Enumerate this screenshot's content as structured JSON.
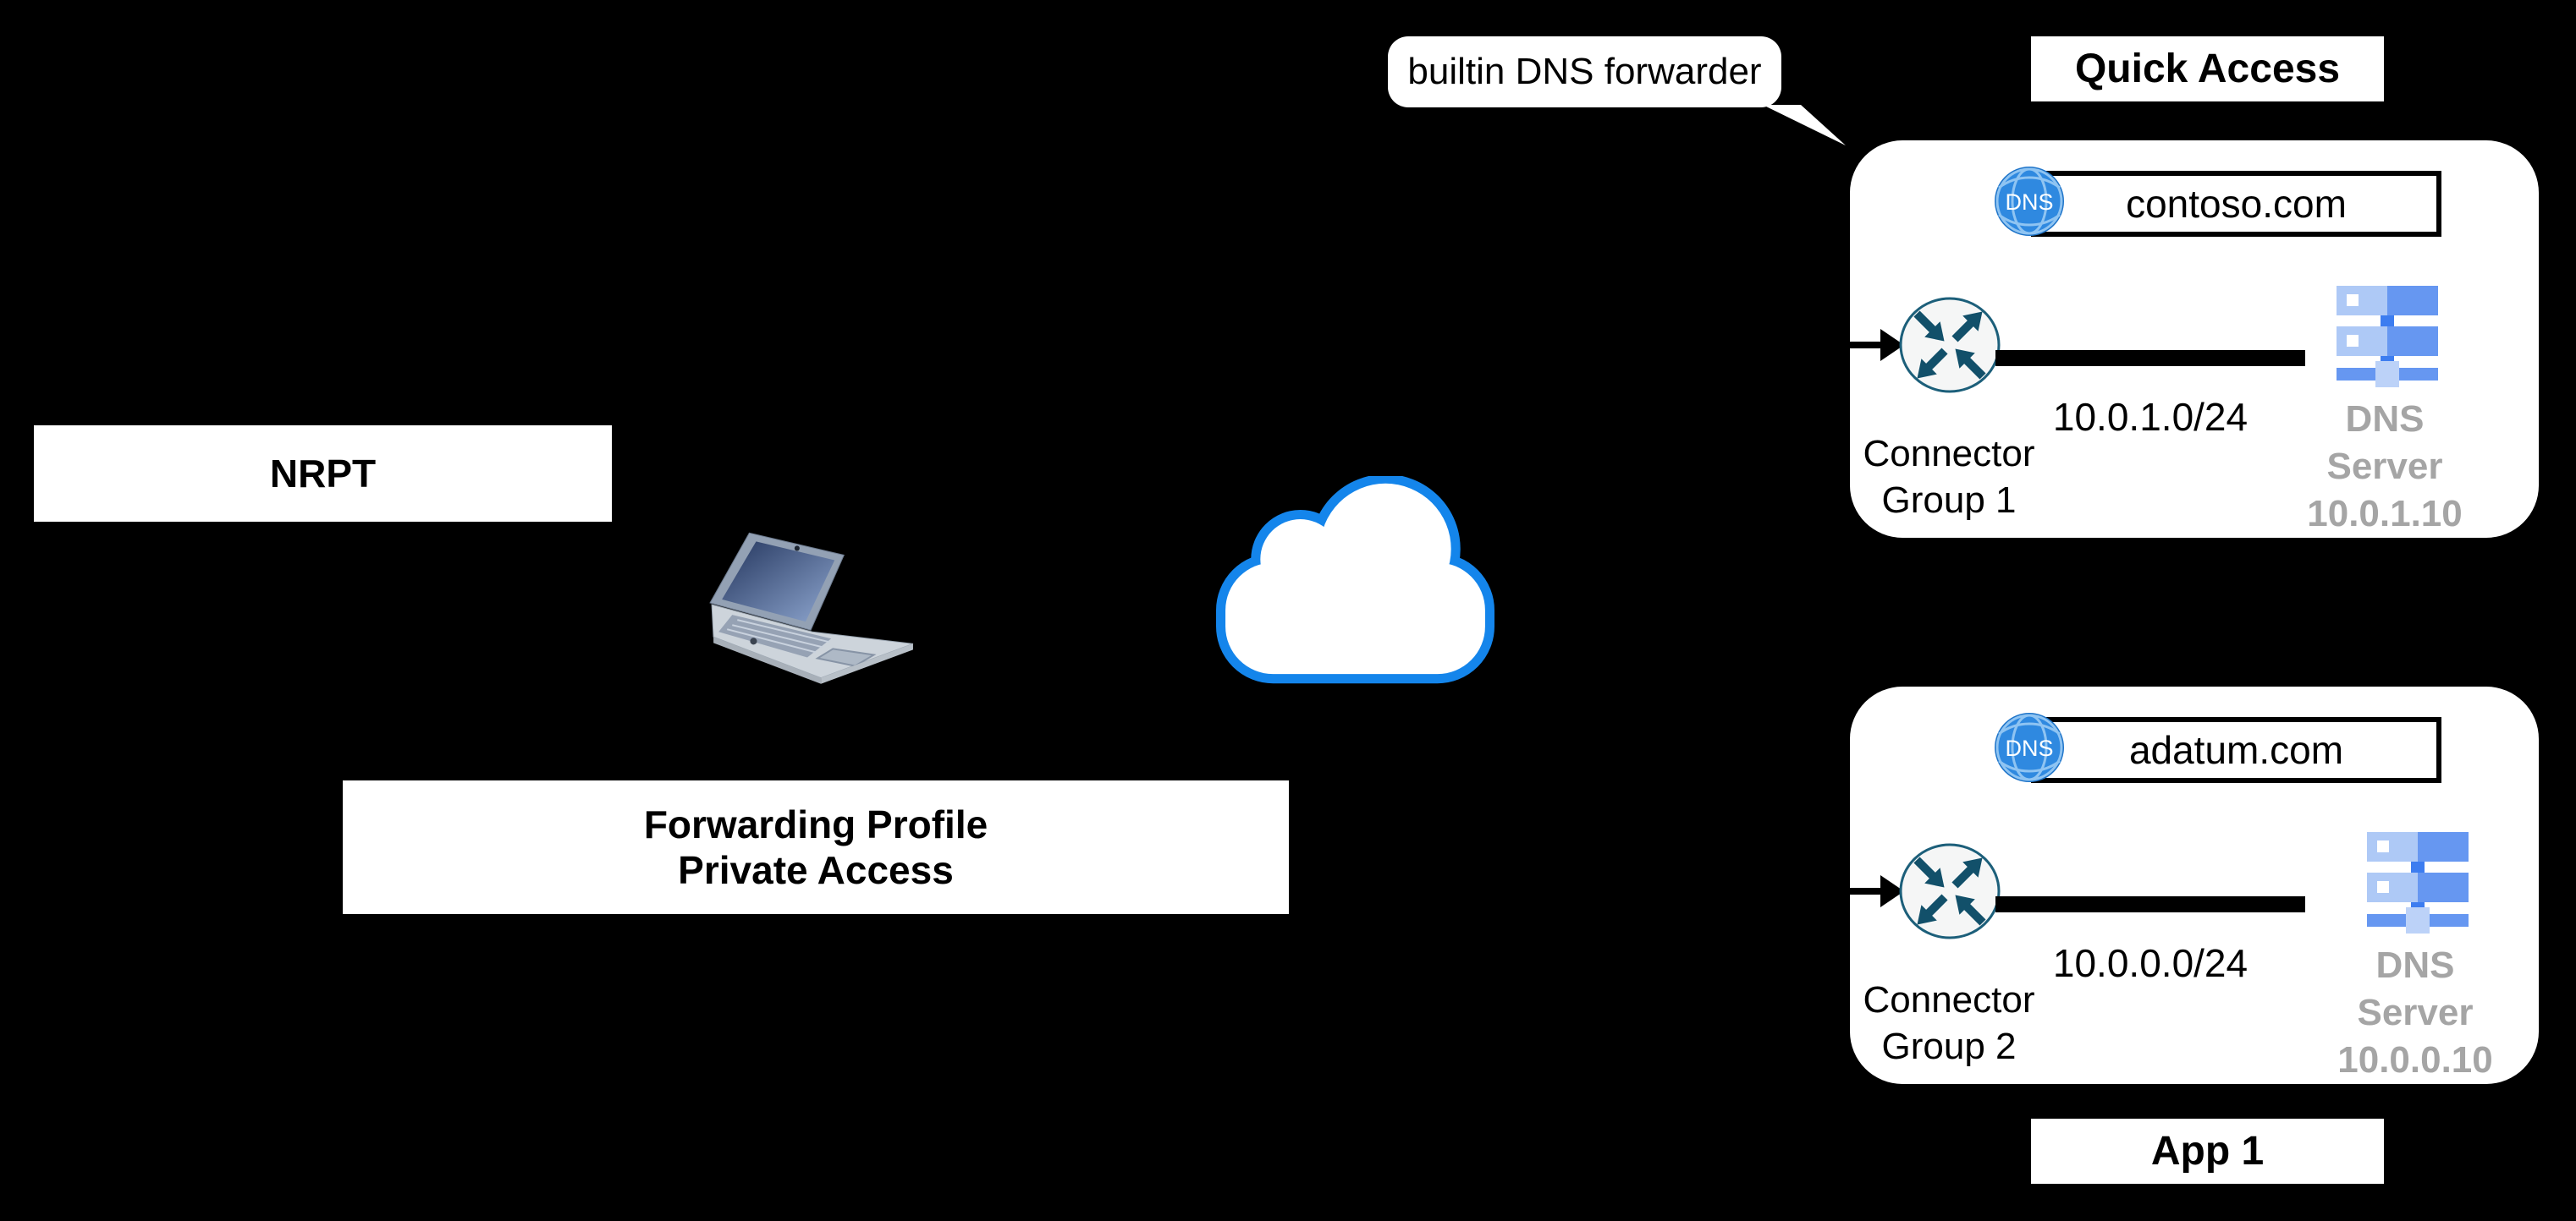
{
  "colors": {
    "bg": "#000000",
    "card-bg": "#ffffff",
    "ink": "#000000",
    "muted": "#a5a5a5",
    "cloud-stroke": "#1485eb",
    "globe-blue": "#2f89e0",
    "globe-lines": "#8fc4f2",
    "router-ink": "#12506a",
    "router-fill": "#f5f6f6",
    "router-border": "#1c5f7a",
    "srv-light": "#aec9f6",
    "srv-med": "#6697f1",
    "srv-accent": "#3d7df0",
    "srv-pale": "#bcd2f8"
  },
  "icons": {
    "globe": "dns-globe-icon",
    "router": "connector-router-icon",
    "server": "dns-server-icon",
    "laptop": "laptop-icon",
    "cloud": "cloud-icon",
    "arrow": "flow-arrow-icon"
  },
  "callout": {
    "text": "builtin DNS forwarder"
  },
  "badges": {
    "quick_access": "Quick Access",
    "app": "App 1",
    "nrpt": "NRPT",
    "fp_line1": "Forwarding Profile",
    "fp_line2": "Private Access"
  },
  "cards": [
    {
      "domain": "contoso.com",
      "dns_icon_label": "DNS",
      "subnet": "10.0.1.0/24",
      "connector_line1": "Connector",
      "connector_line2": "Group 1",
      "server_line1": "DNS",
      "server_line2": "Server",
      "server_ip": "10.0.1.10"
    },
    {
      "domain": "adatum.com",
      "dns_icon_label": "DNS",
      "subnet": "10.0.0.0/24",
      "connector_line1": "Connector",
      "connector_line2": "Group 2",
      "server_line1": "DNS",
      "server_line2": "Server",
      "server_ip": "10.0.0.10"
    }
  ]
}
